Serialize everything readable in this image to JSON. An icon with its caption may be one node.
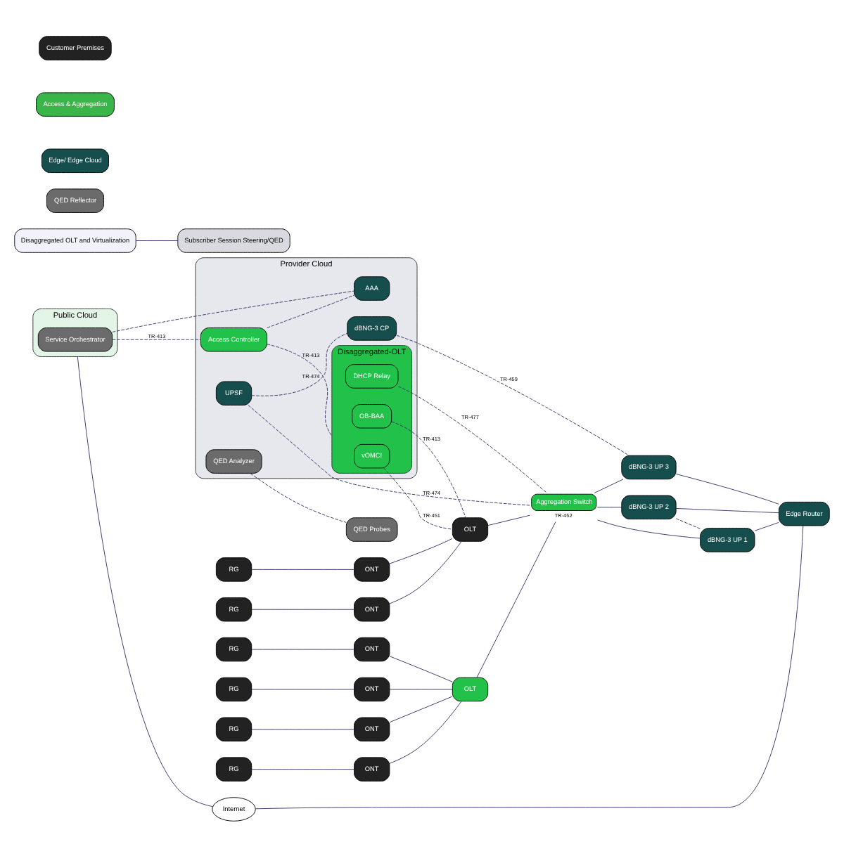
{
  "diagram": {
    "nodes": [
      {
        "text": [
          "Public Cloud"
        ]
      },
      {
        "text": [
          "Service Orchestrator"
        ],
        "in": 0
      },
      {
        "text": [
          "Provider Cloud"
        ]
      },
      {
        "text": [
          "QED Analyzer"
        ],
        "in": 2
      },
      {
        "text": [
          "Access Controller"
        ],
        "in": 2
      },
      {
        "text": [
          "Disaggregated-OLT"
        ],
        "in": 2
      },
      {
        "text": [
          "vOMCI"
        ],
        "in": 5
      },
      {
        "text": [
          "OB-BAA"
        ],
        "in": 5
      },
      {
        "text": [
          "DHCP Relay"
        ],
        "in": 5
      },
      {
        "text": [
          "AAA"
        ],
        "in": 2
      },
      {
        "text": [
          "UPSF"
        ],
        "in": 2
      },
      {
        "text": [
          "dBNG-3 CP"
        ],
        "in": 2
      },
      {
        "text": [
          "Internet"
        ]
      },
      {
        "text": [
          "Disaggregated OLT and Virtualization"
        ]
      },
      {
        "text": [
          "Subscriber Session Steering/QED"
        ]
      },
      {
        "text": [
          "RG"
        ]
      },
      {
        "text": [
          "ONT"
        ]
      },
      {
        "text": [
          "RG"
        ]
      },
      {
        "text": [
          "ONT"
        ]
      },
      {
        "text": [
          "OLT"
        ]
      },
      {
        "text": [
          "RG"
        ]
      },
      {
        "text": [
          "ONT"
        ]
      },
      {
        "text": [
          "RG"
        ]
      },
      {
        "text": [
          "ONT"
        ]
      },
      {
        "text": [
          "RG"
        ]
      },
      {
        "text": [
          "ONT"
        ]
      },
      {
        "text": [
          "RG"
        ]
      },
      {
        "text": [
          "ONT"
        ]
      },
      {
        "text": [
          "OLT"
        ]
      },
      {
        "text": [
          "Aggregation Switch"
        ],
        "beside": [
          "TR-452"
        ]
      },
      {
        "text": [
          "QED Probes"
        ]
      },
      {
        "text": [
          "dBNG-3 UP 3"
        ]
      },
      {
        "text": [
          "dBNG-3 UP 2"
        ]
      },
      {
        "text": [
          "dBNG-3 UP 1"
        ]
      },
      {
        "text": [
          "Edge Router"
        ]
      },
      {
        "text": [
          "QED Reflector"
        ]
      },
      {
        "text": [
          "Customer Premises"
        ]
      },
      {
        "text": [
          "Access & Aggregation"
        ]
      },
      {
        "text": [
          "Edge/ Edge Cloud"
        ]
      }
    ],
    "edges": [
      {
        "from": 1,
        "to": 4,
        "arrow": "none",
        "style": "dashed",
        "label": "TR-413"
      },
      {
        "from": 4,
        "to": 5,
        "arrow": "none",
        "style": "dashed",
        "label": "TR-413"
      },
      {
        "from": 1,
        "to": 9,
        "arrow": "none",
        "style": "dashed"
      },
      {
        "from": 4,
        "to": 9,
        "arrow": "none",
        "style": "dashed"
      },
      {
        "from": 10,
        "to": 11,
        "arrow": "none",
        "style": "dashed",
        "label": "TR-474"
      },
      {
        "from": 6,
        "to": 19,
        "arrow": "none",
        "style": "dashed",
        "label": "TR-451"
      },
      {
        "from": 7,
        "to": 19,
        "arrow": "none",
        "style": "dashed",
        "label": "TR-413"
      },
      {
        "from": 8,
        "to": 29,
        "arrow": "none",
        "style": "dashed",
        "label": "TR-477"
      },
      {
        "from": 10,
        "to": 29,
        "arrow": "none",
        "style": "dashed",
        "label": "TR-474"
      },
      {
        "from": 11,
        "to": 31,
        "arrow": "none",
        "style": "dashed",
        "label": "TR-459"
      },
      {
        "from": 3,
        "to": 30,
        "arrow": "none",
        "style": "dashed"
      },
      {
        "from": 32,
        "to": 33,
        "arrow": "none",
        "style": "dashed"
      },
      {
        "from": 15,
        "to": 16,
        "arrow": "none"
      },
      {
        "from": 17,
        "to": 18,
        "arrow": "none"
      },
      {
        "from": 16,
        "to": 19,
        "arrow": "none"
      },
      {
        "from": 18,
        "to": 19,
        "arrow": "none"
      },
      {
        "from": 20,
        "to": 21,
        "arrow": "none"
      },
      {
        "from": 22,
        "to": 23,
        "arrow": "none"
      },
      {
        "from": 24,
        "to": 25,
        "arrow": "none"
      },
      {
        "from": 26,
        "to": 27,
        "arrow": "none"
      },
      {
        "from": 21,
        "to": 28,
        "arrow": "none"
      },
      {
        "from": 23,
        "to": 28,
        "arrow": "none"
      },
      {
        "from": 25,
        "to": 28,
        "arrow": "none"
      },
      {
        "from": 27,
        "to": 28,
        "arrow": "none"
      },
      {
        "from": 19,
        "to": 29,
        "arrow": "none"
      },
      {
        "from": 28,
        "to": 29,
        "arrow": "none"
      },
      {
        "from": 29,
        "to": 31,
        "arrow": "none"
      },
      {
        "from": 29,
        "to": 32,
        "arrow": "none"
      },
      {
        "from": 29,
        "to": 33,
        "arrow": "none"
      },
      {
        "from": 31,
        "to": 34,
        "arrow": "none"
      },
      {
        "from": 32,
        "to": 34,
        "arrow": "none"
      },
      {
        "from": 33,
        "to": 34,
        "arrow": "none"
      },
      {
        "from": 0,
        "to": 12,
        "arrow": "none"
      },
      {
        "from": 12,
        "to": 34,
        "arrow": "none"
      },
      {
        "from": 13,
        "to": 14,
        "arrow": "none"
      }
    ]
  }
}
